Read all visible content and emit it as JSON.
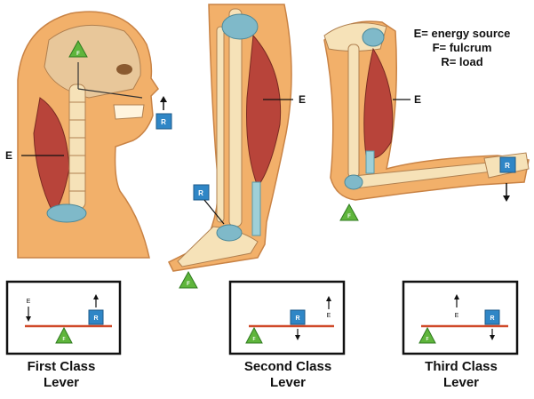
{
  "legend": {
    "energy": "E= energy source",
    "fulcrum": "F= fulcrum",
    "load": "R= load"
  },
  "labels": {
    "effort": "E",
    "load": "R",
    "fulcrum": "F"
  },
  "captions": {
    "first_line1": "First Class",
    "first_line2": "Lever",
    "second_line1": "Second Class",
    "second_line2": "Lever",
    "third_line1": "Third Class",
    "third_line2": "Lever"
  },
  "colors": {
    "skin": "#f2b06a",
    "bone": "#f6e2b8",
    "muscle": "#b8443a",
    "fulcrum": "#5fb53c",
    "load": "#2f86c6",
    "lever_bar": "#d04a2a"
  }
}
